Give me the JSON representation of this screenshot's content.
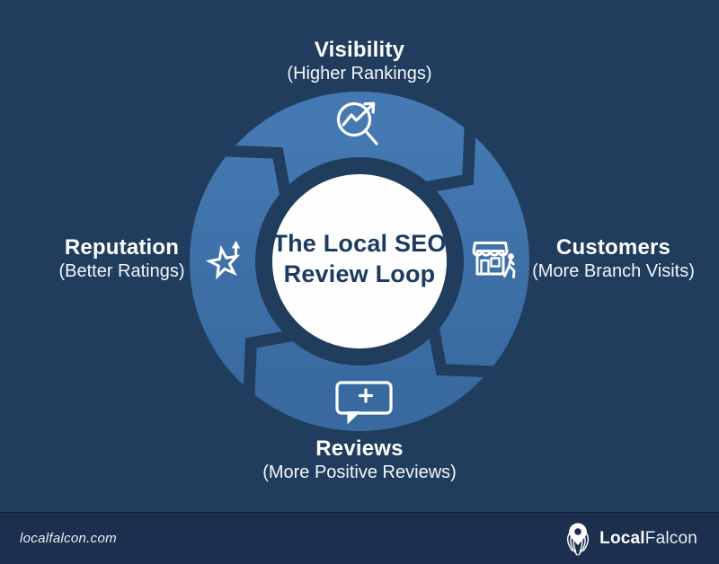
{
  "poster": {
    "background_color": "#203D5E",
    "ring_color": "#3D74AE",
    "ring_gradient_top": "#4579B2",
    "ring_gradient_bottom": "#38699F",
    "center_circle_color": "#FEFEFE",
    "center_text_color": "#1C3B60",
    "footer_background_color": "#1C2F4E",
    "icon_color": "#FFFFFF"
  },
  "center": {
    "line1": "The Local SEO",
    "line2": "Review Loop"
  },
  "nodes": [
    {
      "position": "top",
      "title": "Visibility",
      "subtitle": "(Higher Rankings)",
      "icon": "search-trend-icon"
    },
    {
      "position": "right",
      "title": "Customers",
      "subtitle": "(More Branch Visits)",
      "icon": "storefront-walker-icon"
    },
    {
      "position": "bottom",
      "title": "Reviews",
      "subtitle": "(More Positive Reviews)",
      "icon": "review-bubble-plus-icon"
    },
    {
      "position": "left",
      "title": "Reputation",
      "subtitle": "(Better Ratings)",
      "icon": "star-up-arrow-icon"
    }
  ],
  "footer": {
    "website": "localfalcon.com",
    "brand": {
      "bold": "Local",
      "light": "Falcon"
    },
    "logo": "localfalcon-falcon-pin-icon"
  }
}
